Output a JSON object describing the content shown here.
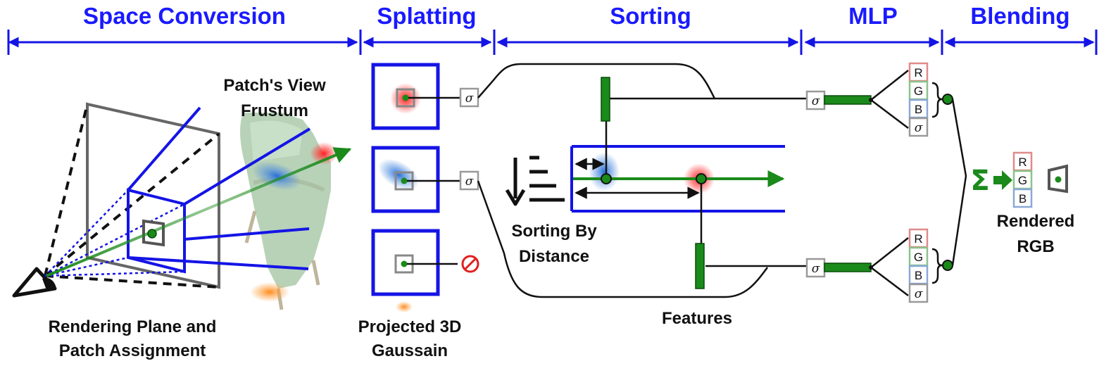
{
  "stages": {
    "space_conversion": "Space Conversion",
    "splatting": "Splatting",
    "sorting": "Sorting",
    "mlp": "MLP",
    "blending": "Blending"
  },
  "labels": {
    "view_frustum_line1": "Patch's View",
    "view_frustum_line2": "Frustum",
    "rendering_plane_line1": "Rendering Plane and",
    "rendering_plane_line2": "Patch Assignment",
    "projected_line1": "Projected 3D",
    "projected_line2": "Gaussain",
    "sorting_line1": "Sorting By",
    "sorting_line2": "Distance",
    "features": "Features",
    "rendered_line1": "Rendered",
    "rendered_line2": "RGB"
  },
  "symbols": {
    "sigma": "σ",
    "sum": "Σ",
    "r": "R",
    "g": "G",
    "b": "B"
  },
  "colors": {
    "stage_blue": "#1a1aff",
    "frame_blue": "#1414e6",
    "ray_green": "#1a8a1a",
    "gaussian_red": "#ff2020",
    "gaussian_blue": "#2a6fd6",
    "gaussian_orange": "#ff8a1a",
    "forbidden_red": "#e02020"
  }
}
